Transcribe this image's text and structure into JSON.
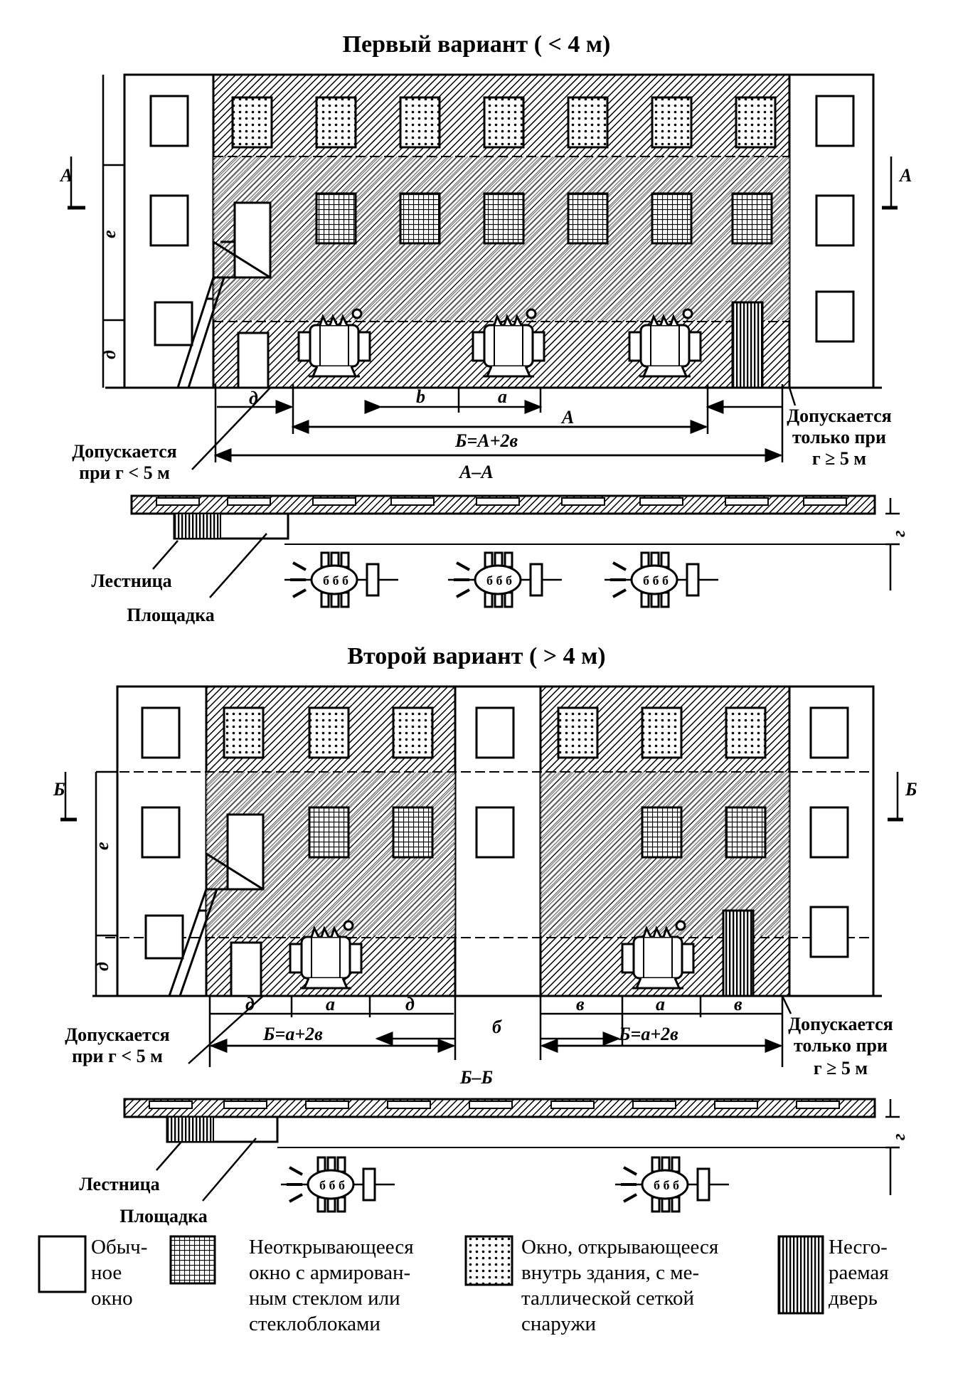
{
  "variant1": {
    "title": "Первый вариант (   < 4 м)",
    "section_marker": "А",
    "dims": {
      "e": "е",
      "d": "д",
      "dd": "д",
      "b": "b",
      "a": "а",
      "A": "А",
      "formula": "Б=А+2в"
    },
    "section_title": "А–А",
    "note_left": [
      "Допускается",
      "при г < 5 м"
    ],
    "note_right": [
      "Допускается",
      "только при",
      "г ≥ 5 м"
    ],
    "stair": "Лестница",
    "landing": "Площадка",
    "gap": "г"
  },
  "variant2": {
    "title": "Второй вариант (   > 4 м)",
    "section_marker": "Б",
    "dims": {
      "e": "е",
      "d": "д",
      "seg_d": "д",
      "seg_a": "а",
      "seg_d2": "д",
      "gap": "б",
      "seg_v1": "в",
      "seg_a2": "а",
      "seg_v2": "в",
      "formula1": "Б=а+2в",
      "formula2": "Б=а+2в"
    },
    "section_title": "Б–Б",
    "note_left": [
      "Допускается",
      "при г < 5 м"
    ],
    "note_right": [
      "Допускается",
      "только при",
      "г ≥ 5 м"
    ],
    "stair": "Лестница",
    "landing": "Площадка",
    "gap": "г"
  },
  "legend": [
    {
      "icon": "plain-window-icon",
      "lines": [
        "Обыч-",
        "ное",
        "окно"
      ]
    },
    {
      "icon": "wired-glass-window-icon",
      "lines": [
        "Неоткрывающееся",
        "окно с армирован-",
        "ным стеклом или",
        "стеклоблоками"
      ]
    },
    {
      "icon": "mesh-window-icon",
      "lines": [
        "Окно, открывающееся",
        "внутрь здания, с ме-",
        "таллической сеткой",
        "снаружи"
      ]
    },
    {
      "icon": "fireproof-door-icon",
      "lines": [
        "Несго-",
        "раемая",
        "дверь"
      ]
    }
  ]
}
